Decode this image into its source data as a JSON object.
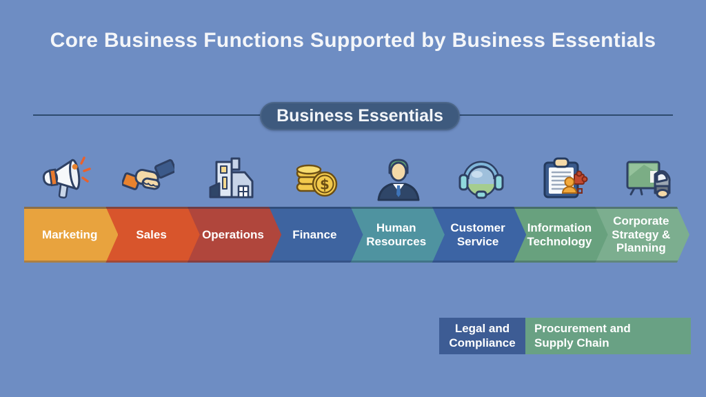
{
  "title": "Core Business Functions Supported by Business Essentials",
  "banner": {
    "label": "Business Essentials"
  },
  "colors": {
    "background": "#6E8DC3",
    "title_text": "#F4F6F9",
    "divider_line": "#2E4A6E",
    "banner_fill": "#3E5A7E",
    "segment_text": "#FFFFFF"
  },
  "functions": [
    {
      "label": "Marketing",
      "line1": "Marketing",
      "color": "#E8A33E",
      "icon": "megaphone-icon"
    },
    {
      "label": "Sales",
      "line1": "Sales",
      "color": "#D8552C",
      "icon": "handshake-icon"
    },
    {
      "label": "Operations",
      "line1": "Operations",
      "color": "#B0463C",
      "icon": "factory-icon"
    },
    {
      "label": "Finance",
      "line1": "Finance",
      "color": "#3E64A0",
      "icon": "coins-icon"
    },
    {
      "label": "Human Resources",
      "line1": "Human",
      "line2": "Resources",
      "color": "#4F93A0",
      "icon": "employee-icon"
    },
    {
      "label": "Customer Service",
      "line1": "Customer",
      "line2": "Service",
      "color": "#3C64A4",
      "icon": "headset-icon"
    },
    {
      "label": "Information Technology",
      "line1": "Information",
      "line2": "Technology",
      "color": "#68A17E",
      "icon": "clipboard-puzzle-icon"
    },
    {
      "label": "Corporate Strategy & Planning",
      "line1": "Corporate",
      "line2": "Strategy &",
      "line3": "Planning",
      "color": "#7CAE8F",
      "icon": "board-truck-icon"
    }
  ],
  "additional_functions": [
    {
      "label": "Legal and Compliance",
      "line1": "Legal and",
      "line2": "Compliance",
      "color": "#3D5C94"
    },
    {
      "label": "Procurement and Supply Chain",
      "line1": "Procurement and",
      "line2": "Supply Chain",
      "color": "#69A184"
    }
  ]
}
